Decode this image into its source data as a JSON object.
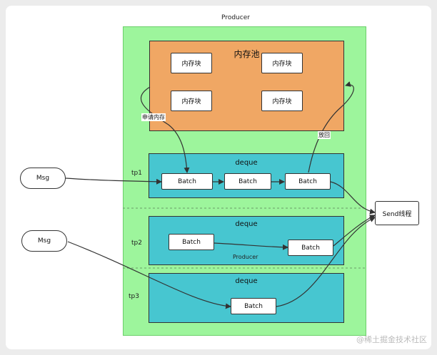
{
  "diagram": {
    "title": "Producer",
    "memory_pool": {
      "title": "内存池",
      "blocks": [
        "内存块",
        "内存块",
        "内存块",
        "内存块"
      ]
    },
    "edge_labels": {
      "allocate": "申请内存",
      "release": "放回"
    },
    "partitions": [
      {
        "tp": "tp1",
        "title": "deque",
        "batches": [
          "Batch",
          "Batch",
          "Batch"
        ]
      },
      {
        "tp": "tp2",
        "title": "deque",
        "batches": [
          "Batch",
          "Batch"
        ],
        "inner_label": "Producer"
      },
      {
        "tp": "tp3",
        "title": "deque",
        "batches": [
          "Batch"
        ]
      }
    ],
    "messages": [
      "Msg",
      "Msg"
    ],
    "sender": "Send线程",
    "colors": {
      "producer": "#9df59c",
      "memory_pool": "#f0a764",
      "deque": "#47c6d0"
    }
  },
  "watermark": "@稀土掘金技术社区"
}
